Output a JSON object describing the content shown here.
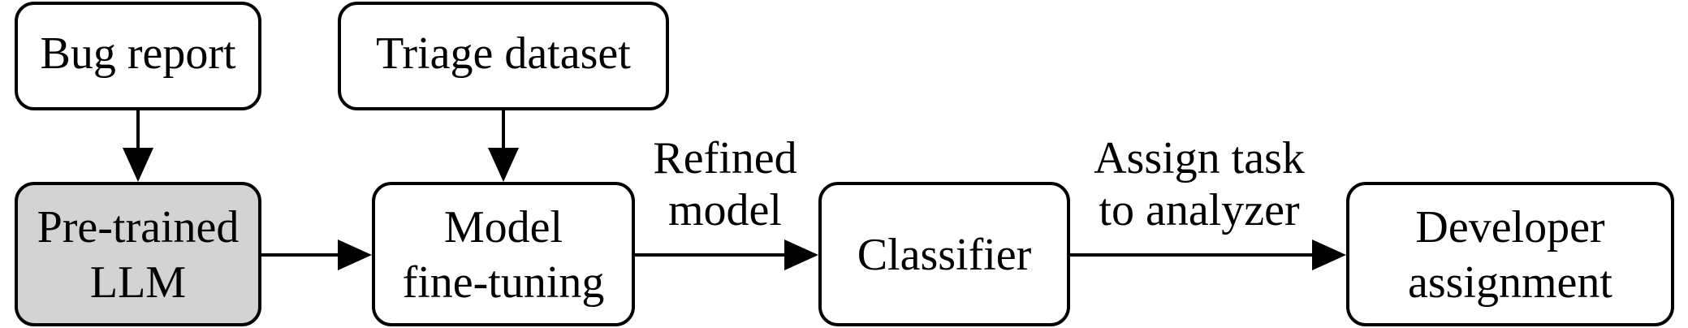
{
  "nodes": {
    "bug_report": {
      "lines": [
        "Bug report"
      ]
    },
    "triage_dataset": {
      "lines": [
        "Triage dataset"
      ]
    },
    "pretrained_llm": {
      "lines": [
        "Pre-trained",
        "LLM"
      ],
      "fill": "#d3d3d3"
    },
    "model_finetuning": {
      "lines": [
        "Model",
        "fine-tuning"
      ]
    },
    "classifier": {
      "lines": [
        "Classifier"
      ]
    },
    "developer_assignment": {
      "lines": [
        "Developer",
        "assignment"
      ]
    }
  },
  "edges": {
    "finetuning_to_classifier": {
      "lines": [
        "Refined",
        "model"
      ]
    },
    "classifier_to_developer": {
      "lines": [
        "Assign task",
        "to analyzer"
      ]
    }
  }
}
